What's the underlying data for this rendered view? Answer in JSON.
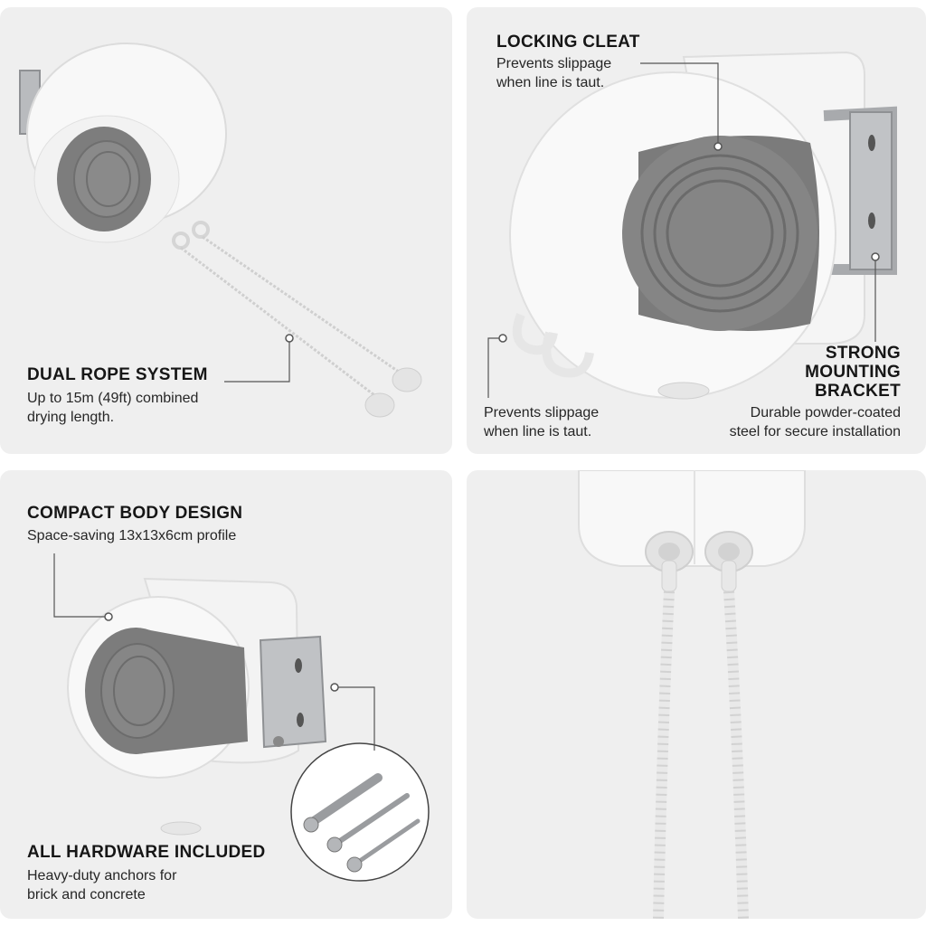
{
  "panels": {
    "dual": {
      "title": "DUAL ROPE SYSTEM",
      "text_line1": "Up to 15m (49ft) combined",
      "text_line2": "drying length."
    },
    "cleat": {
      "title": "LOCKING CLEAT",
      "text_line1": "Prevents slippage",
      "text_line2": "when line is taut.",
      "hooks_line1": "Prevents slippage",
      "hooks_line2": "when line is taut.",
      "bracket_title_line1": "STRONG",
      "bracket_title_line2": "MOUNTING",
      "bracket_title_line3": "BRACKET",
      "bracket_line1": "Durable powder-coated",
      "bracket_line2": "steel for secure installation"
    },
    "compact": {
      "title": "COMPACT BODY DESIGN",
      "text_line1": "Space-saving 13x13x6cm profile",
      "hardware_title": "ALL HARDWARE INCLUDED",
      "hardware_line1": "Heavy-duty anchors for",
      "hardware_line2": "brick and concrete"
    }
  },
  "colors": {
    "panel_bg": "#efefef",
    "body_white": "#f7f7f7",
    "dial_grey": "#7d7d7d",
    "steel": "#b5b7ba",
    "callout_line": "#555555"
  }
}
